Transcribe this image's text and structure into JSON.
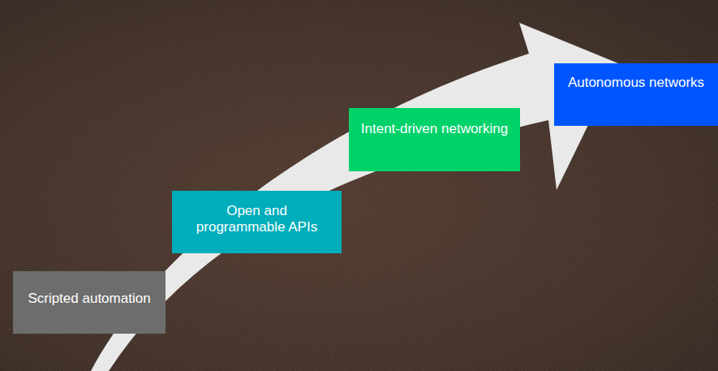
{
  "diagram": {
    "nodes": [
      {
        "text": [
          "Scripted automation"
        ]
      },
      {
        "text": [
          "Open and programmable APIs"
        ]
      },
      {
        "text": [
          "Intent-driven networking"
        ]
      },
      {
        "text": [
          "Autonomous networks"
        ]
      }
    ]
  }
}
